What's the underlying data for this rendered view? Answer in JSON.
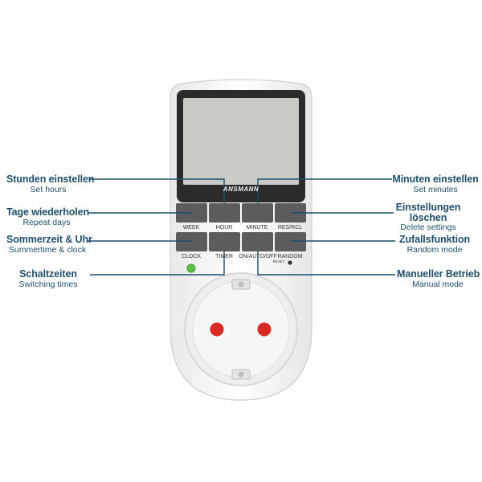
{
  "brand": "ANSMANN",
  "buttons": {
    "week": "WEEK",
    "hour": "HOUR",
    "minute": "MINUTE",
    "res_rcl": "RES/RCL",
    "clock": "CLOCK",
    "timer": "TIMER",
    "on_auto_off": "ON/AUTO/OFF",
    "random": "RANDOM",
    "reset": "RESET"
  },
  "callouts_left": [
    {
      "title": "Stunden einstellen",
      "subtitle": "Set hours"
    },
    {
      "title": "Tage wiederholen",
      "subtitle": "Repeat days"
    },
    {
      "title": "Sommerzeit & Uhr",
      "subtitle": "Summertime & clock"
    },
    {
      "title": "Schaltzeiten",
      "subtitle": "Switching times"
    }
  ],
  "callouts_right": [
    {
      "title": "Minuten einstellen",
      "subtitle": "Set minutes"
    },
    {
      "title": "Einstellungen löschen",
      "subtitle": "Delete settings"
    },
    {
      "title": "Zufallsfunktion",
      "subtitle": "Random mode"
    },
    {
      "title": "Manueller Betrieb",
      "subtitle": "Manual mode"
    }
  ],
  "colors": {
    "label_text": "#1f4f6b",
    "leader_line": "#1f4f6b",
    "lcd": "#c9cbc7",
    "button": "#5a5a5a",
    "led": "#5cc24a",
    "socket_pin": "#d62a22"
  }
}
